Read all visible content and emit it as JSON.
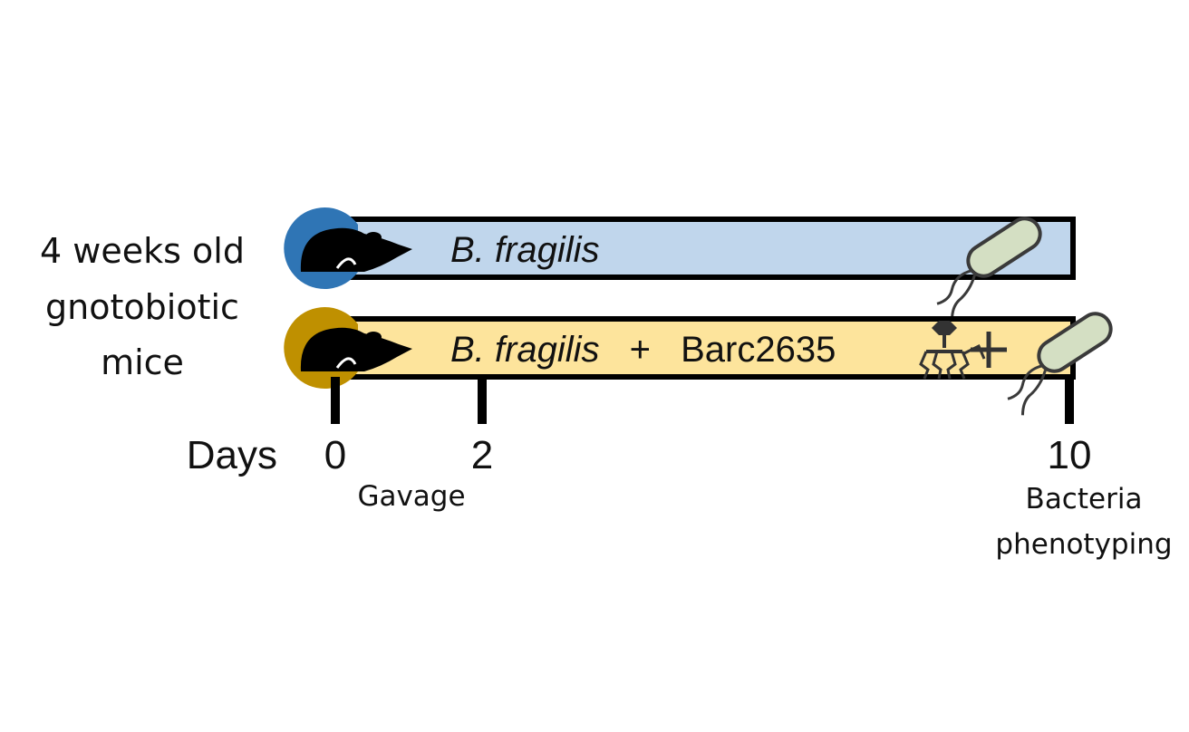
{
  "subject": {
    "lines": [
      "4 weeks old",
      "gnotobiotic",
      "mice"
    ]
  },
  "groups": [
    {
      "species": "B. fragilis",
      "connector": "",
      "phage": "",
      "bar_color": "#c0d6ec",
      "mouse_ring_color": "#2f75b5",
      "icons": [
        "mouse-icon",
        "bacterium-icon"
      ]
    },
    {
      "species": "B. fragilis",
      "connector": "+",
      "phage": "Barc2635",
      "bar_color": "#fde49c",
      "mouse_ring_color": "#bf9000",
      "icons": [
        "mouse-icon",
        "phage-icon",
        "plus-icon",
        "bacterium-icon"
      ]
    }
  ],
  "timeline": {
    "axis_label": "Days",
    "ticks": [
      {
        "day": 0,
        "label": "0",
        "event": "Gavage"
      },
      {
        "day": 2,
        "label": "2",
        "event": ""
      },
      {
        "day": 10,
        "label": "10",
        "event_lines": [
          "Bacteria",
          "phenotyping"
        ]
      }
    ]
  },
  "colors": {
    "outline": "#000000",
    "bacterium_fill": "#d4dfc3",
    "bacterium_stroke": "#3a3a3a"
  }
}
